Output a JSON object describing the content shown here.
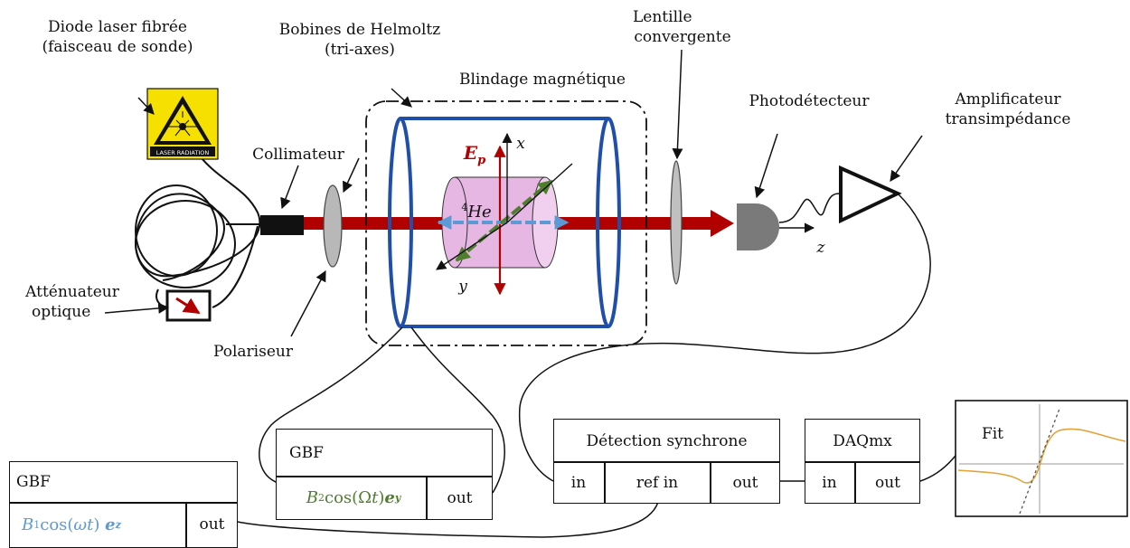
{
  "labels": {
    "diode_line1": "Diode laser fibrée",
    "diode_line2": "(faisceau de sonde)",
    "helmholtz_line1": "Bobines de Helmoltz",
    "helmholtz_line2": "(tri-axes)",
    "shield": "Blindage magnétique",
    "lens_line1": "Lentille",
    "lens_line2": "convergente",
    "photodetector": "Photodétecteur",
    "amp_line1": "Amplificateur",
    "amp_line2": "transimpédance",
    "collimator": "Collimateur",
    "attenuator_line1": "Atténuateur",
    "attenuator_line2": "optique",
    "polarizer": "Polariseur",
    "laser_sign": "LASER RADIATION",
    "axis_x": "x",
    "axis_y": "y",
    "axis_z": "z",
    "ep_main": "E",
    "ep_sub": "p",
    "he_sup": "4",
    "he_main": "He"
  },
  "gbf1": {
    "title": "GBF",
    "b_main": "B",
    "b_sub": "1",
    "b_rest": "cos(",
    "omega_t": "ωt",
    "close": ")",
    "vec": "e",
    "vec_sub": "z",
    "out": "out"
  },
  "gbf2": {
    "title": "GBF",
    "b_main": "B",
    "b_sub": "2",
    "b_rest": "cos(Ω",
    "t": "t",
    "close": ")",
    "vec": "e",
    "vec_sub": "y",
    "out": "out"
  },
  "sync": {
    "title": "Détection synchrone",
    "in": "in",
    "ref_in": "ref in",
    "out": "out"
  },
  "daq": {
    "title": "DAQmx",
    "in": "in",
    "out": "out"
  },
  "fit": {
    "title": "Fit"
  },
  "colors": {
    "beam": "#b00000",
    "coil": "#1f4fa8",
    "cell": "#e6b7e3",
    "green_arrow": "#4f7f2e",
    "blue_arrow": "#5b9bd5",
    "orange_curve": "#e3a33b",
    "laser_yellow": "#f5e000"
  }
}
